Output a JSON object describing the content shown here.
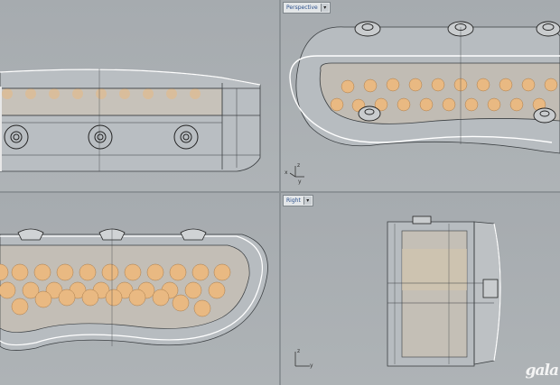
{
  "viewports": {
    "top_left": {
      "label": ""
    },
    "top_right": {
      "label": "Perspective"
    },
    "bottom_left": {
      "label": ""
    },
    "bottom_right": {
      "label": "Right"
    }
  },
  "axes": {
    "x": "x",
    "y": "y",
    "z": "z"
  },
  "watermark": "gala",
  "colors": {
    "viewport_bg": "#a9aeb2",
    "frame": "#8c9296",
    "led": "#e9b982",
    "edge": "#ffffff",
    "wire": "#3b3f42"
  },
  "icons": {
    "tab_menu": "chevron-down-icon"
  }
}
